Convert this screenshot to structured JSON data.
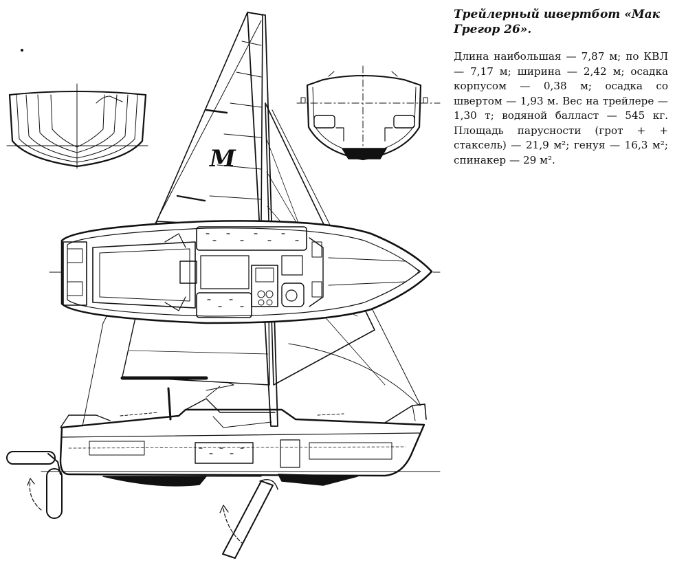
{
  "caption": {
    "title": "Трейлерный швертбот «Мак Грегор 26».",
    "spec": "Длина наибольшая — 7,87 м; по КВЛ — 7,17 м; ширина — 2,42 м; осадка корпусом — 0,38 м; осадка со швертом — 1,93 м. Вес на трейлере — 1,30 т; водяной балласт — 545 кг. Площадь парусности (грот + + стаксель) — 21,9 м²; генуя — 16,3 м²; спинакер — 29 м²."
  },
  "drawing": {
    "sail_emblem": "M",
    "colors": {
      "ink": "#111111",
      "paper": "#ffffff"
    }
  }
}
